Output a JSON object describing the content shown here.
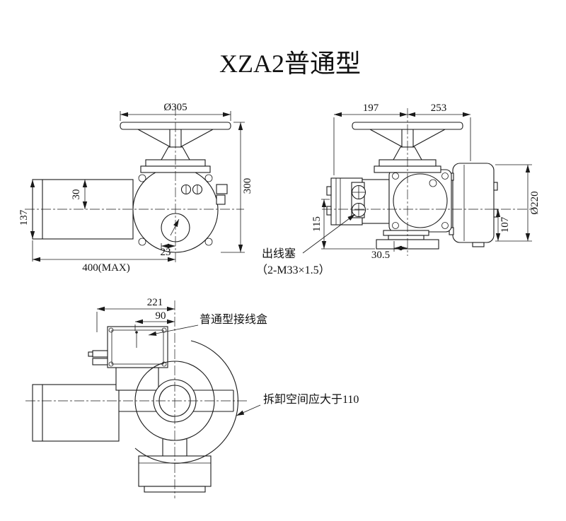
{
  "title": "XZA2普通型",
  "colors": {
    "line": "#1a1a1a",
    "background": "#ffffff"
  },
  "front_view": {
    "dim_handwheel_diameter": "Ø305",
    "dim_offset_top": "30",
    "dim_motor_diameter": "137",
    "dim_total_height": "300",
    "dim_center_offset": "23",
    "dim_max_length": "400(MAX)"
  },
  "side_view": {
    "dim_left_width": "197",
    "dim_right_width": "253",
    "dim_cover_diameter": "Ø220",
    "dim_left_height": "115",
    "dim_lower_height": "107",
    "dim_base_offset": "30.5",
    "cable_plug_label": "出线塞",
    "cable_plug_spec": "（2-M33×1.5）"
  },
  "bottom_view": {
    "dim_box_width": "221",
    "dim_box_inner": "90",
    "junction_box_label": "普通型接线盒",
    "clearance_note": "拆卸空间应大于110"
  }
}
